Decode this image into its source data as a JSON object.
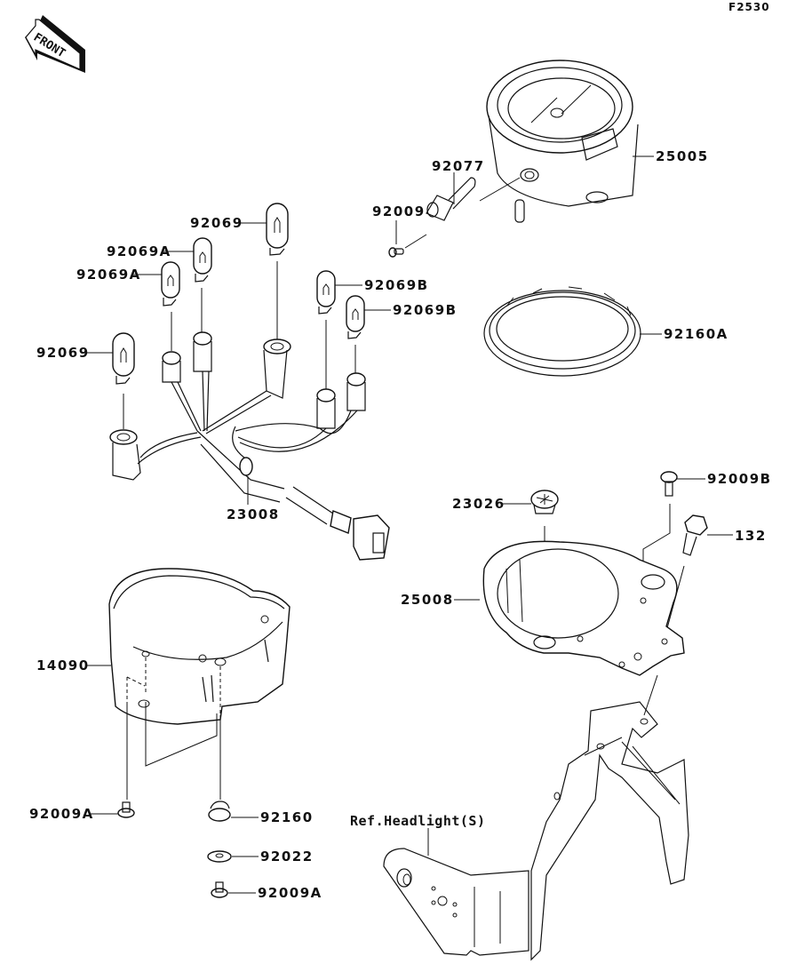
{
  "figure_code": "F2530",
  "front_indicator": "FRONT",
  "reference_note": "Ref.Headlight(S)",
  "parts": {
    "p25005": "25005",
    "p92077": "92077",
    "p92009": "92009",
    "p92069_top": "92069",
    "p92069a_1": "92069A",
    "p92069a_2": "92069A",
    "p92069b_1": "92069B",
    "p92069b_2": "92069B",
    "p92069_left": "92069",
    "p92160a": "92160A",
    "p23008": "23008",
    "p23026": "23026",
    "p92009b": "92009B",
    "p132": "132",
    "p25008": "25008",
    "p14090": "14090",
    "p92009a_1": "92009A",
    "p92160": "92160",
    "p92022": "92022",
    "p92009a_2": "92009A"
  }
}
